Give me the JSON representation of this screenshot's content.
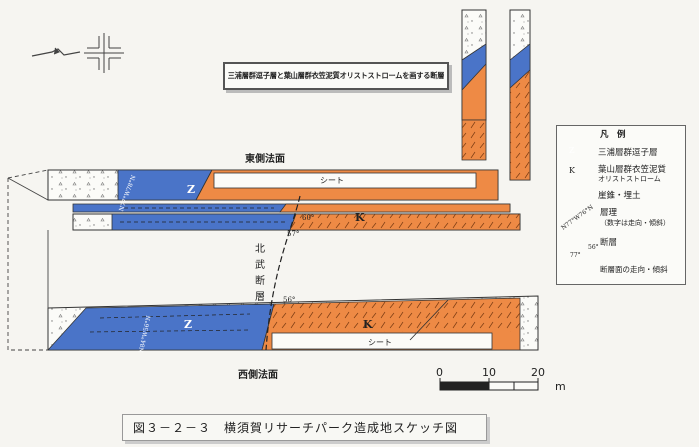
{
  "title_box": {
    "text": "三浦層群逗子層と葉山層群衣笠泥質オリストストロームを画する断層"
  },
  "labels": {
    "east_slope": "東側法面",
    "west_slope": "西側法面",
    "sheet_top": "シート",
    "sheet_bottom": "シート",
    "fault_name_chars": [
      "北",
      "武",
      "断",
      "層"
    ],
    "unit_z": "Z",
    "unit_k": "K",
    "dip_57": "57°",
    "dip_60": "60°",
    "dip_56": "56°",
    "strike_upper": "N77°W78°N",
    "strike_lower": "N84°W56°N"
  },
  "legend": {
    "heading": "凡　例",
    "items": [
      {
        "key": "Z",
        "label": "三浦層群逗子層",
        "color": "#4a74c8"
      },
      {
        "key": "K",
        "label": "葉山層群衣笠泥質",
        "sublabel": "オリストストローム",
        "color": "#ee8a45"
      },
      {
        "key": "debris",
        "label": "崖錐・埋土"
      },
      {
        "key": "bedding",
        "label": "層理",
        "sublabel": "（数字は走向・傾斜）",
        "sample": "N77°W76°N"
      },
      {
        "key": "fault",
        "label": "断層",
        "sublabel": "断層面の走向・傾斜",
        "sample_a": "77°",
        "sample_b": "56°"
      }
    ]
  },
  "scale": {
    "ticks": [
      "0",
      "10",
      "20"
    ],
    "unit": "m"
  },
  "caption": {
    "text": "図３－２－３　横須賀リサーチパーク造成地スケッチ図"
  },
  "colors": {
    "zushi_blue": "#4a74c8",
    "kinugasa_orange": "#ee8a45",
    "debris_white": "#fbfbf8",
    "outline": "#333333"
  }
}
